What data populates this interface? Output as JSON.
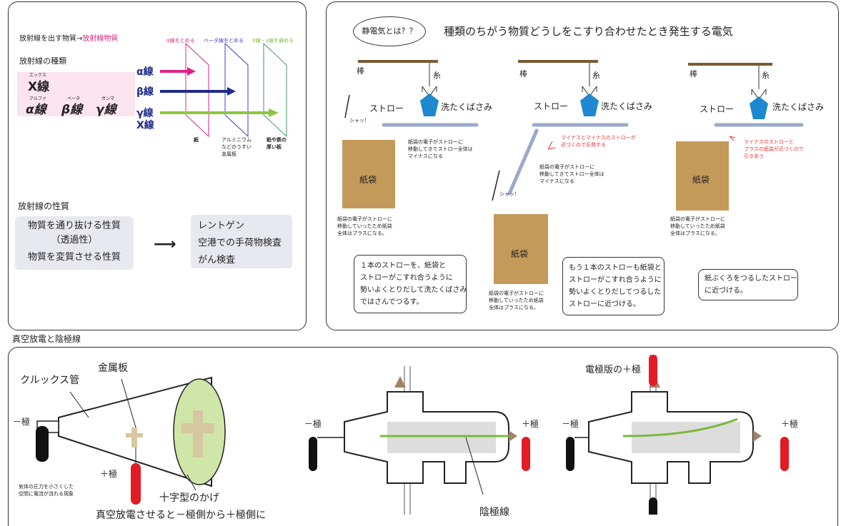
{
  "radiation": {
    "source_prefix": "放射線を出す物質→",
    "source_highlight": "放射線物質",
    "types_title": "放射線の種類",
    "xray_ruby": "エックス",
    "xray": "X線",
    "alpha_ruby": "アルファ",
    "alpha": "α線",
    "beta_ruby": "ベータ",
    "beta": "β線",
    "gamma_ruby": "ガンマ",
    "gamma": "γ線",
    "arrow_alpha": "α線",
    "arrow_beta": "β線",
    "arrow_gamma": "γ線",
    "arrow_x": "X線",
    "stop_alpha": "α線をとめる",
    "stop_beta": "ベータ線をとめる",
    "stop_xg": "X線・γ線を弱める",
    "plate_paper": "紙",
    "plate_al_1": "アルミニウム",
    "plate_al_2": "などのうすい",
    "plate_al_3": "金属板",
    "plate_lead_1": "鉛や鉄の",
    "plate_lead_2": "厚い板",
    "props_title": "放射線の性質",
    "prop_1": "物質を通り抜ける性質",
    "prop_1b": "（透過性）",
    "prop_2": "物質を変質させる性質",
    "use_1": "レントゲン",
    "use_2": "空港での手荷物検査",
    "use_3": "がん検査"
  },
  "static": {
    "bubble": "静電気とは？？",
    "definition": "種類のちがう物質どうしをこすり合わせたとき発生する電気",
    "rod": "棒",
    "thread": "糸",
    "straw": "ストロー",
    "clip": "洗たくばさみ",
    "shaa": "シャッ！",
    "bag": "紙袋",
    "elec_1": "紙袋の電子がストローに",
    "elec_2": "移動してきてストロー全体は",
    "elec_3": "マイナスになる",
    "bag_1": "紙袋の電子がストローに",
    "bag_2": "移動していったため紙袋",
    "bag_3": "全体はプラスになる。",
    "repel_1": "マイナスとマイナスのストローが",
    "repel_2": "近づくので反発する",
    "attract_1": "マイナスのストローと",
    "attract_2": "プラスの紙袋が近づくので",
    "attract_3": "引きあう",
    "note1_1": "１本のストローを、紙袋と",
    "note1_2": "ストローがこすれ合うように",
    "note1_3": "勢いよくとりだして洗たくばさみ",
    "note1_4": "ではさんでつるす。",
    "note2_1": "もう１本のストローも紙袋と",
    "note2_2": "ストローがこすれ合うように",
    "note2_3": "勢いよくとりだしてつるした",
    "note2_4": "ストローに近づける。",
    "note3_1": "紙ぶくろをつるしたストロー",
    "note3_2": "に近づける。"
  },
  "vacuum": {
    "section_title": "真空放電と陰極線",
    "crookes": "クルックス管",
    "metal_plate": "金属板",
    "minus": "－極",
    "plus": "＋極",
    "shadow": "十字型のかげ",
    "pressure_1": "気体の圧力を小さくした",
    "pressure_2": "空間に電流が流れる現象",
    "vacuum_desc": "真空放電させると－極側から＋極側に",
    "cathode_ray": "陰極線",
    "electrode_plus": "電極版の＋極"
  }
}
